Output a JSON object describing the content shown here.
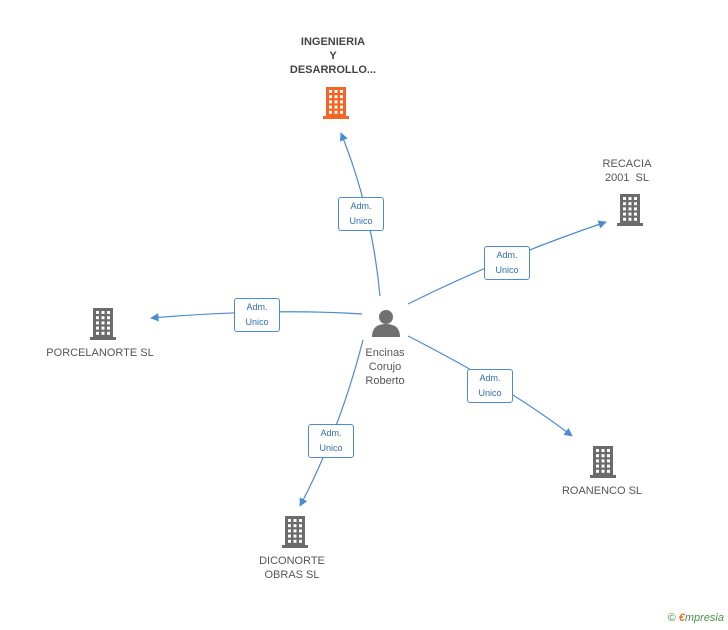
{
  "colors": {
    "edge": "#4a8bd4",
    "building": "#6b6b6b",
    "building_highlight": "#f26522",
    "person": "#707070"
  },
  "center": {
    "name_lines": [
      "Encinas",
      "Corujo",
      "Roberto"
    ],
    "icon": "person-icon"
  },
  "companies": [
    {
      "id": "ingenieria",
      "lines": [
        "INGENIERIA",
        "Y",
        "DESARROLLO..."
      ],
      "highlight": true
    },
    {
      "id": "recacia",
      "lines": [
        "RECACIA",
        "2001  SL"
      ],
      "highlight": false
    },
    {
      "id": "porcelanorte",
      "lines": [
        "PORCELANORTE SL"
      ],
      "highlight": false
    },
    {
      "id": "roanenco",
      "lines": [
        "ROANENCO SL"
      ],
      "highlight": false
    },
    {
      "id": "diconorte",
      "lines": [
        "DICONORTE",
        "OBRAS SL"
      ],
      "highlight": false
    }
  ],
  "relations": [
    {
      "target": "ingenieria",
      "role_lines": [
        "Adm.",
        "Unico"
      ]
    },
    {
      "target": "recacia",
      "role_lines": [
        "Adm.",
        "Unico"
      ]
    },
    {
      "target": "porcelanorte",
      "role_lines": [
        "Adm.",
        "Unico"
      ]
    },
    {
      "target": "roanenco",
      "role_lines": [
        "Adm.",
        "Unico"
      ]
    },
    {
      "target": "diconorte",
      "role_lines": [
        "Adm.",
        "Unico"
      ]
    }
  ],
  "footer": {
    "copyright": "©",
    "brand_initial": "€",
    "brand_rest": "mpresia"
  }
}
